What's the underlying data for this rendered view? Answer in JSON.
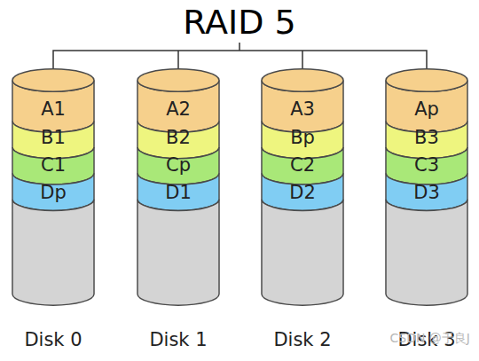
{
  "diagram": {
    "title": "RAID 5",
    "nodes": [
      {
        "text": [
          "Disk 0"
        ]
      },
      {
        "text": [
          "A1"
        ],
        "in": 0
      },
      {
        "text": [
          "B1"
        ],
        "in": 0
      },
      {
        "text": [
          "C1"
        ],
        "in": 0
      },
      {
        "text": [
          "Dp"
        ],
        "in": 0
      },
      {
        "text": [
          "Disk 1"
        ]
      },
      {
        "text": [
          "A2"
        ],
        "in": 5
      },
      {
        "text": [
          "B2"
        ],
        "in": 5
      },
      {
        "text": [
          "Cp"
        ],
        "in": 5
      },
      {
        "text": [
          "D1"
        ],
        "in": 5
      },
      {
        "text": [
          "Disk 2"
        ]
      },
      {
        "text": [
          "A3"
        ],
        "in": 10
      },
      {
        "text": [
          "Bp"
        ],
        "in": 10
      },
      {
        "text": [
          "C2"
        ],
        "in": 10
      },
      {
        "text": [
          "D2"
        ],
        "in": 10
      },
      {
        "text": [
          "Disk 3"
        ]
      },
      {
        "text": [
          "Ap"
        ],
        "in": 15
      },
      {
        "text": [
          "B3"
        ],
        "in": 15
      },
      {
        "text": [
          "C3"
        ],
        "in": 15
      },
      {
        "text": [
          "D3"
        ],
        "in": 15
      }
    ],
    "labels": [
      "CSDN @于良J"
    ]
  }
}
